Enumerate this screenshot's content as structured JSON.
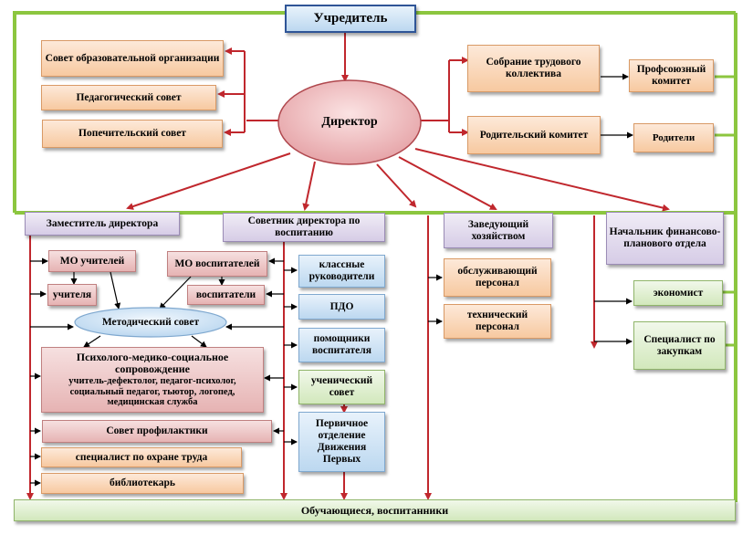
{
  "boxes": {
    "founder": "Учредитель",
    "edu_council": "Совет образовательной организации",
    "ped_council": "Педагогический совет",
    "board": "Попечительский совет",
    "director": "Директор",
    "labor_meeting": "Собрание трудового коллектива",
    "union": "Профсоюзный комитет",
    "parent_committee": "Родительский комитет",
    "parents": "Родители",
    "deputy": "Заместитель директора",
    "advisor": "Советник директора по воспитанию",
    "housekeeping": "Заведующий хозяйством",
    "finance_head": "Начальник финансово-планового отдела",
    "mo_teachers": "МО учителей",
    "mo_educators": "МО воспитателей",
    "teachers": "учителя",
    "educators": "воспитатели",
    "method_council": "Методический совет",
    "pms_title": "Психолого-медико-социальное сопровождение",
    "pms_detail": "учитель-дефектолог, педагог-психолог, социальный педагог, тьютор, логопед, медицинская служба",
    "prevention": "Совет профилактики",
    "labor_safety": "специалист по охране труда",
    "librarian": "библиотекарь",
    "class_teachers": "классные руководители",
    "pdo": "ПДО",
    "assistants": "помощники воспитателя",
    "student_council": "ученический совет",
    "first_movement": "Первичное отделение Движения Первых",
    "service_staff": "обслуживающий персонал",
    "tech_staff": "технический персонал",
    "economist": "экономист",
    "procurement": "Специалист по закупкам",
    "students": "Обучающиеся, воспитанники"
  },
  "colors": {
    "frame": "#8cc63f",
    "arrow": "#c0272d",
    "line": "#000000"
  }
}
